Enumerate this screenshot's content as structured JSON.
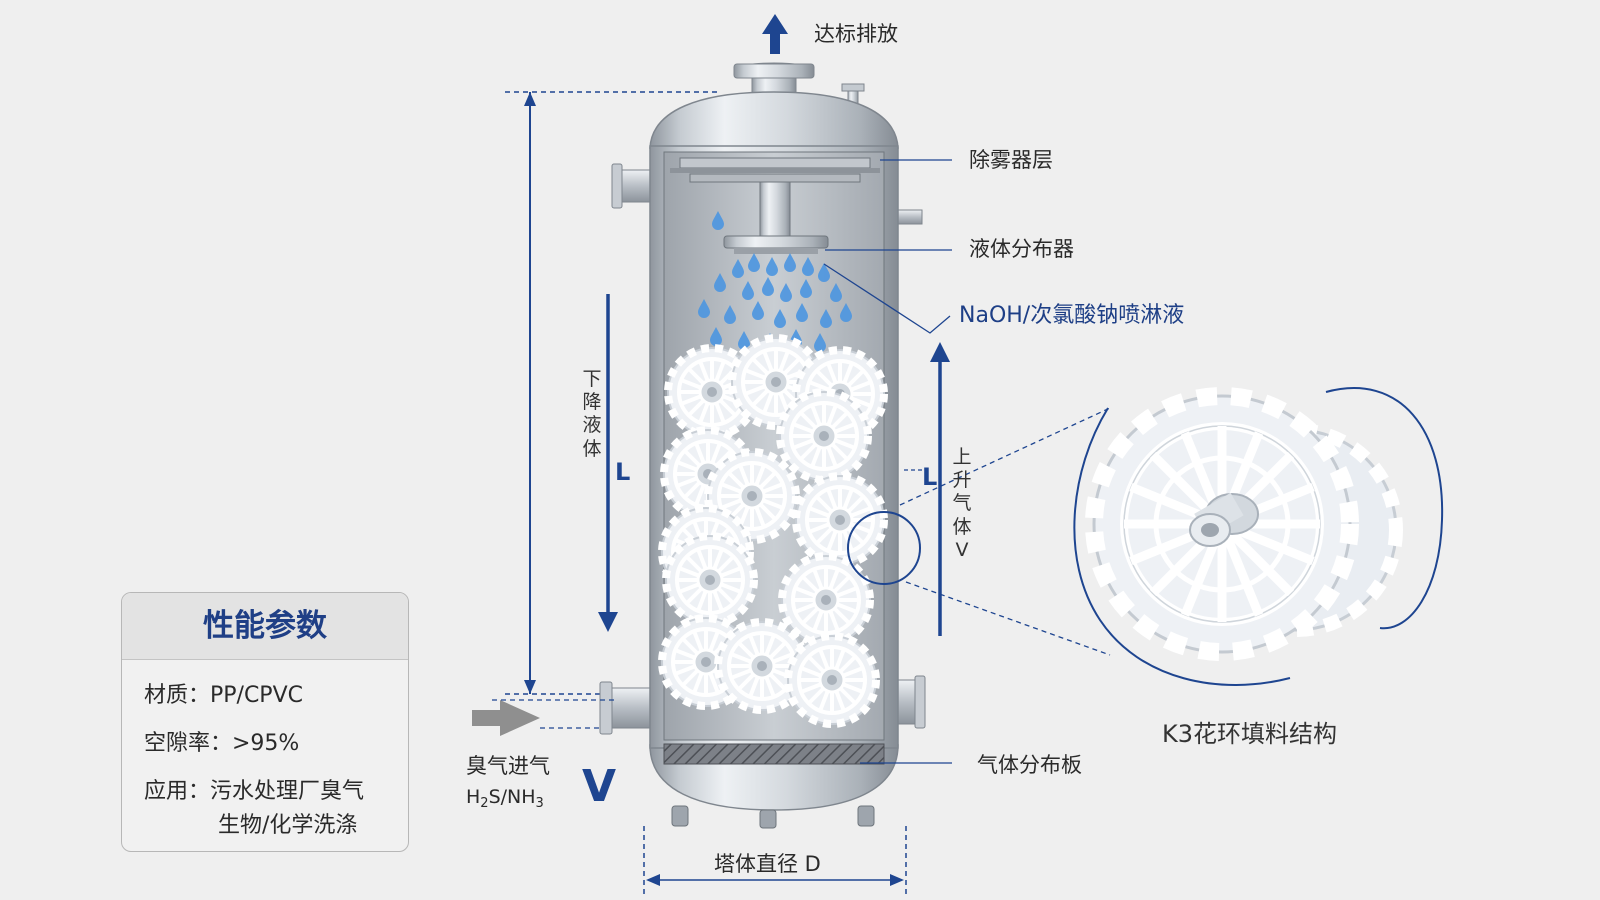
{
  "labels": {
    "discharge": "达标排放",
    "demister": "除雾器层",
    "liquid_distributor": "液体分布器",
    "spray_liquid": "NaOH/次氯酸钠喷淋液",
    "descending_liquid": [
      "下",
      "降",
      "液",
      "体"
    ],
    "rising_gas": [
      "上",
      "升",
      "气",
      "体",
      "V"
    ],
    "length_left": "L",
    "length_right": "L",
    "odor_inlet": "臭气进气",
    "gas_formula_h2s": "H",
    "gas_formula_sub1": "2",
    "gas_formula_mid": "S/NH",
    "gas_formula_sub2": "3",
    "velocity": "V",
    "gas_distribution_plate": "气体分布板",
    "tower_diameter": "塔体直径 D",
    "k3_structure": "K3花环填料结构"
  },
  "panel": {
    "title": "性能参数",
    "material": "材质：PP/CPVC",
    "porosity": "空隙率：>95%",
    "application_line1": "应用：污水处理厂臭气",
    "application_line2": "生物/化学洗涤"
  },
  "colors": {
    "accent_blue": "#1e4590",
    "label_blue": "#1e3f86",
    "steel": "#b9bfc6",
    "background": "#efefef"
  },
  "icons": [
    "arrow-up-icon",
    "arrow-right-icon",
    "water-drop-icon",
    "packing-ring-icon"
  ]
}
